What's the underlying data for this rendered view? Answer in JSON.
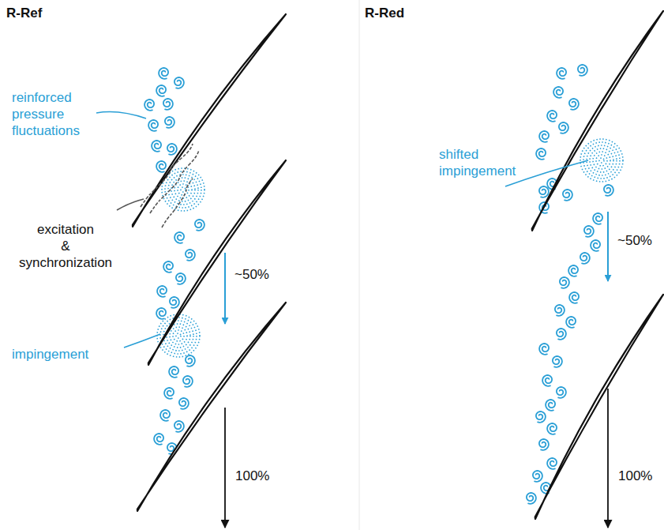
{
  "diagram": {
    "labels": [
      "R-Ref",
      "R-Red",
      "reinforced pressure fluctuations",
      "excitation & synchronization",
      "~50%",
      "100%",
      "impingement",
      "shifted impingement",
      "~50%",
      "100%"
    ]
  }
}
